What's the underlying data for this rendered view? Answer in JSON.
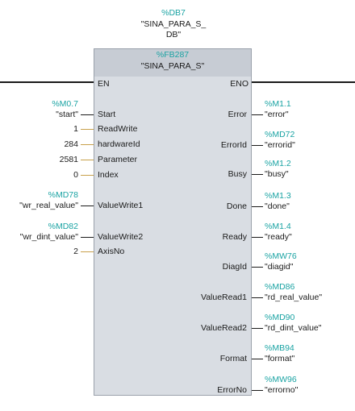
{
  "instance_db": {
    "address": "%DB7",
    "name_line1": "\"SINA_PARA_S_",
    "name_line2": "DB\""
  },
  "function_block": {
    "address": "%FB287",
    "name": "\"SINA_PARA_S\""
  },
  "power_pins": {
    "en": "EN",
    "eno": "ENO"
  },
  "inputs": [
    {
      "pin": "Start",
      "address": "%M0.7",
      "value": "\"start\""
    },
    {
      "pin": "ReadWrite",
      "address": "",
      "value": "1"
    },
    {
      "pin": "hardwareId",
      "address": "",
      "value": "284"
    },
    {
      "pin": "Parameter",
      "address": "",
      "value": "2581"
    },
    {
      "pin": "Index",
      "address": "",
      "value": "0"
    },
    {
      "pin": "ValueWrite1",
      "address": "%MD78",
      "value": "\"wr_real_value\""
    },
    {
      "pin": "ValueWrite2",
      "address": "%MD82",
      "value": "\"wr_dint_value\""
    },
    {
      "pin": "AxisNo",
      "address": "",
      "value": "2"
    }
  ],
  "outputs": [
    {
      "pin": "Error",
      "address": "%M1.1",
      "value": "\"error\""
    },
    {
      "pin": "ErrorId",
      "address": "%MD72",
      "value": "\"errorid\""
    },
    {
      "pin": "Busy",
      "address": "%M1.2",
      "value": "\"busy\""
    },
    {
      "pin": "Done",
      "address": "%M1.3",
      "value": "\"done\""
    },
    {
      "pin": "Ready",
      "address": "%M1.4",
      "value": "\"ready\""
    },
    {
      "pin": "DiagId",
      "address": "%MW76",
      "value": "\"diagid\""
    },
    {
      "pin": "ValueRead1",
      "address": "%MD86",
      "value": "\"rd_real_value\""
    },
    {
      "pin": "ValueRead2",
      "address": "%MD90",
      "value": "\"rd_dint_value\""
    },
    {
      "pin": "Format",
      "address": "%MB94",
      "value": "\"format\""
    },
    {
      "pin": "ErrorNo",
      "address": "%MW96",
      "value": "\"errorno\""
    }
  ],
  "colors": {
    "address": "#1aa3a3",
    "block_fill": "#d9dde3",
    "constant_wire": "#c8a04a"
  }
}
